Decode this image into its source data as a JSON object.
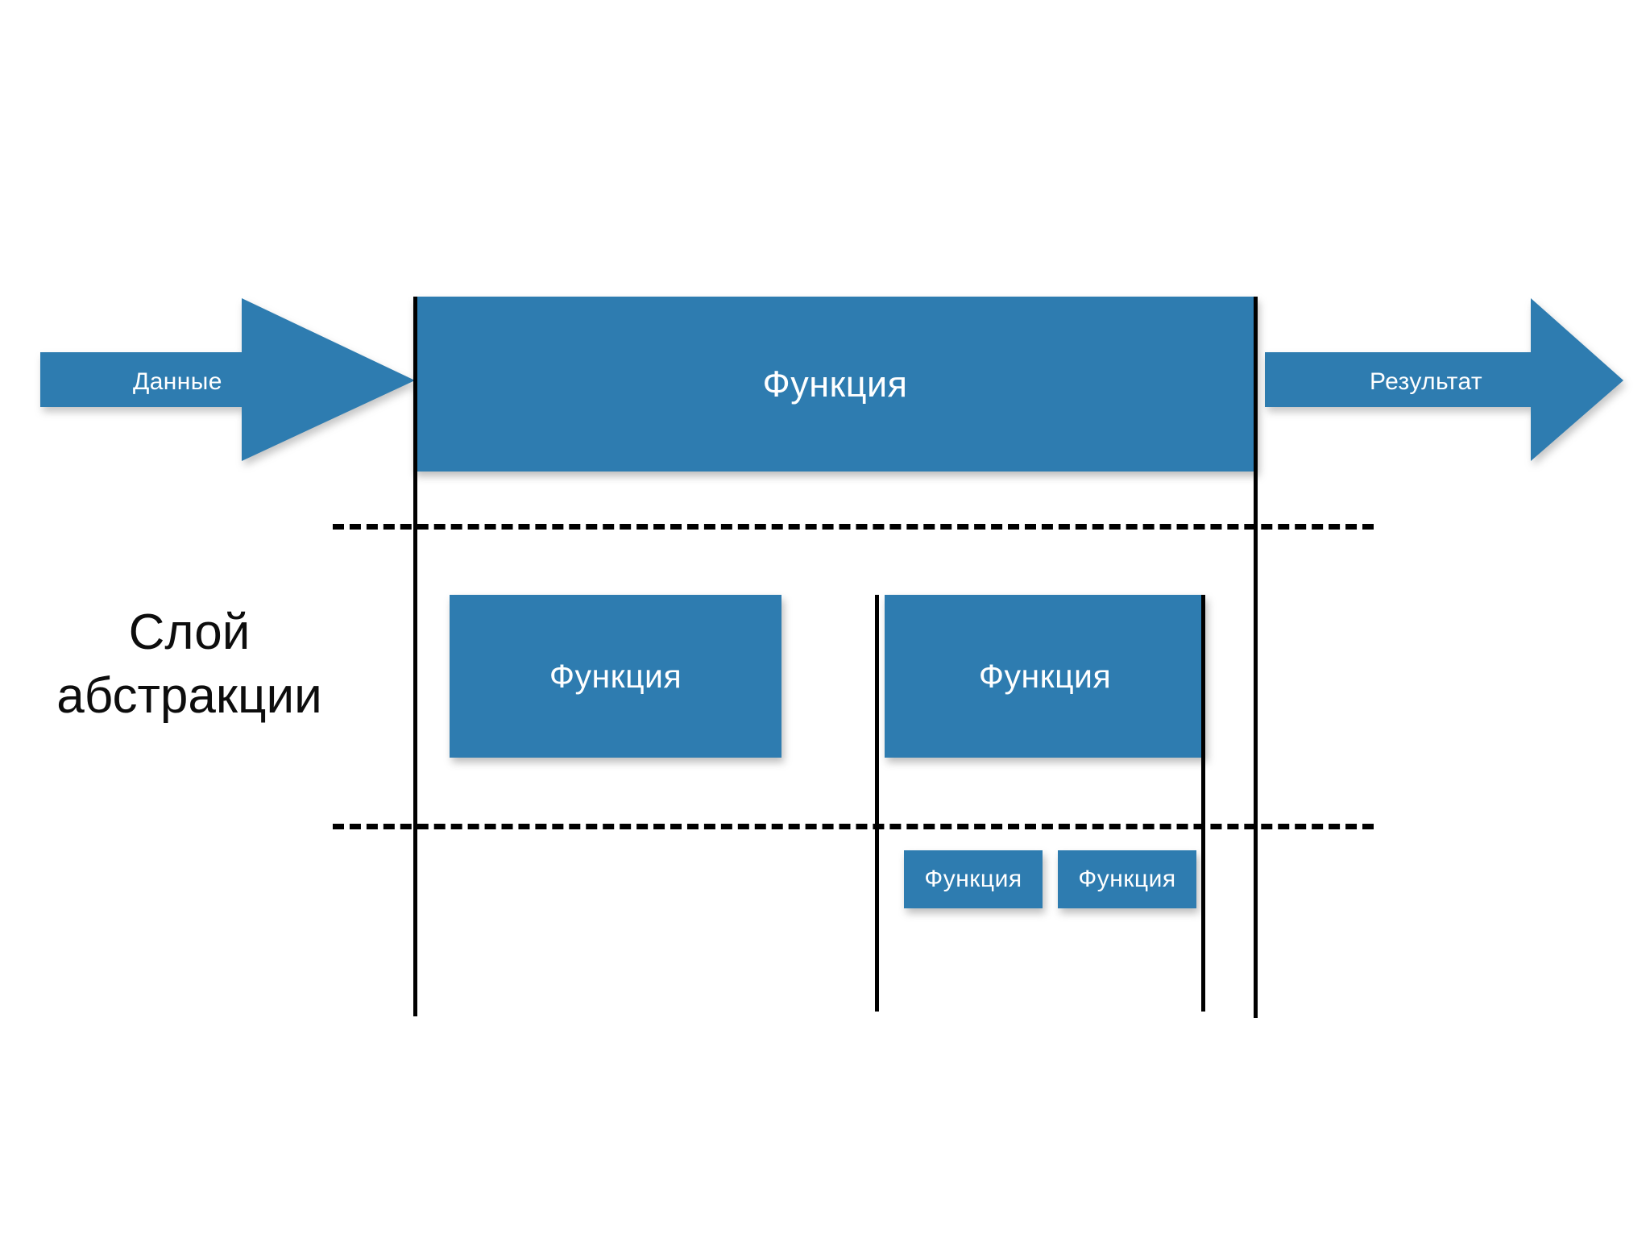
{
  "slide": {
    "background_color": "#FFFFFF",
    "accent_color": "#2E7CB0",
    "line_color": "#000000",
    "label_color": "#FFFFFF"
  },
  "flow": {
    "input_arrow": {
      "label": "Данные",
      "direction": "right"
    },
    "output_arrow": {
      "label": "Результат",
      "direction": "right"
    }
  },
  "caption": {
    "line1": "Слой",
    "line2": "абстракции"
  },
  "levels": [
    {
      "level": 1,
      "boxes": [
        {
          "label": "Функция",
          "size": "large"
        }
      ]
    },
    {
      "level": 2,
      "boxes": [
        {
          "label": "Функция",
          "size": "medium"
        },
        {
          "label": "Функция",
          "size": "medium"
        }
      ]
    },
    {
      "level": 3,
      "boxes": [
        {
          "label": "Функция",
          "size": "small"
        },
        {
          "label": "Функция",
          "size": "small"
        }
      ]
    }
  ],
  "separators": {
    "dashed_rule_count": 2,
    "vertical_rule_count": 4
  }
}
